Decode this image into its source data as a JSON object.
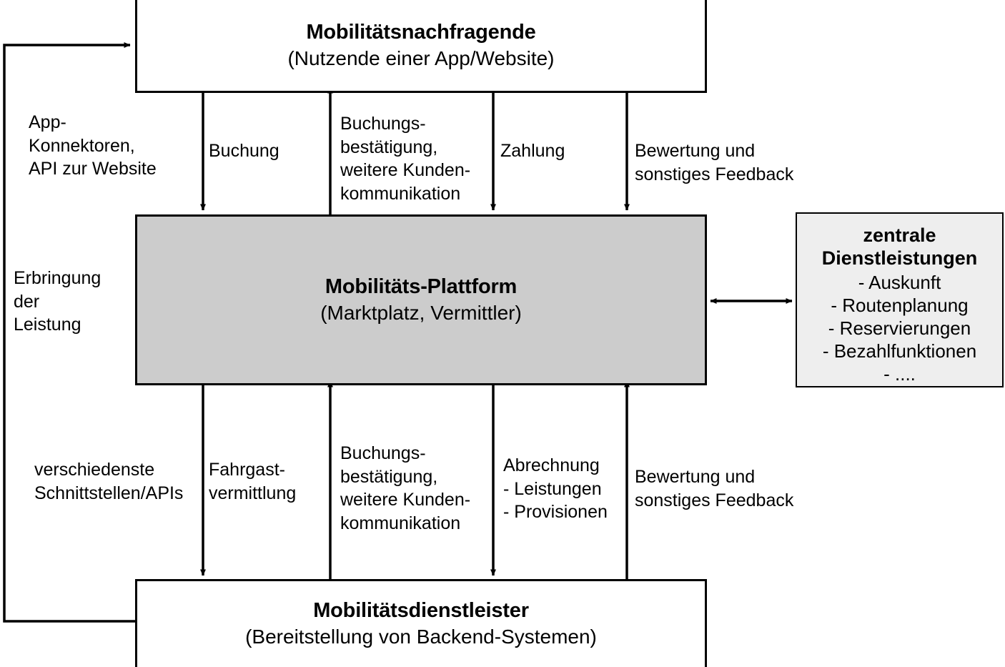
{
  "diagram": {
    "title": "Mobilitaetsplattform Oekosystem",
    "colors": {
      "platform_fill": "#cccccc",
      "services_fill": "#eeeeee",
      "box_fill": "#ffffff",
      "stroke": "#000000"
    }
  },
  "nodes": {
    "demand": {
      "title": "Mobilitätsnachfragende",
      "subtitle": "(Nutzende einer App/Website)"
    },
    "platform": {
      "title": "Mobilitäts-Plattform",
      "subtitle": "(Marktplatz, Vermittler)"
    },
    "provider": {
      "title": "Mobilitätsdienstleister",
      "subtitle": "(Bereitstellung von Backend-Systemen)"
    },
    "services": {
      "title_line1": "zentrale",
      "title_line2": "Dienstleistungen",
      "items": [
        "- Auskunft",
        "- Routenplanung",
        "- Reservierungen",
        "- Bezahlfunktionen",
        "- ...."
      ]
    }
  },
  "edge_labels": {
    "app_konnektoren": "App-\nKonnektoren,\nAPI zur Website",
    "buchung": "Buchung",
    "buchungsbestaetigung_top": "Buchungs-\nbestätigung,\nweitere Kunden-\nkommunikation",
    "zahlung": "Zahlung",
    "bewertung_top": "Bewertung und\nsonstiges Feedback",
    "erbringung": "Erbringung\nder\nLeistung",
    "schnittstellen": "verschiedenste\nSchnittstellen/APIs",
    "fahrgastvermittlung": "Fahrgast-\nvermittlung",
    "buchungsbestaetigung_bottom": "Buchungs-\nbestätigung,\nweitere Kunden-\nkommunikation",
    "abrechnung": "Abrechnung\n- Leistungen\n- Provisionen",
    "bewertung_bottom": "Bewertung und\nsonstiges Feedback"
  }
}
